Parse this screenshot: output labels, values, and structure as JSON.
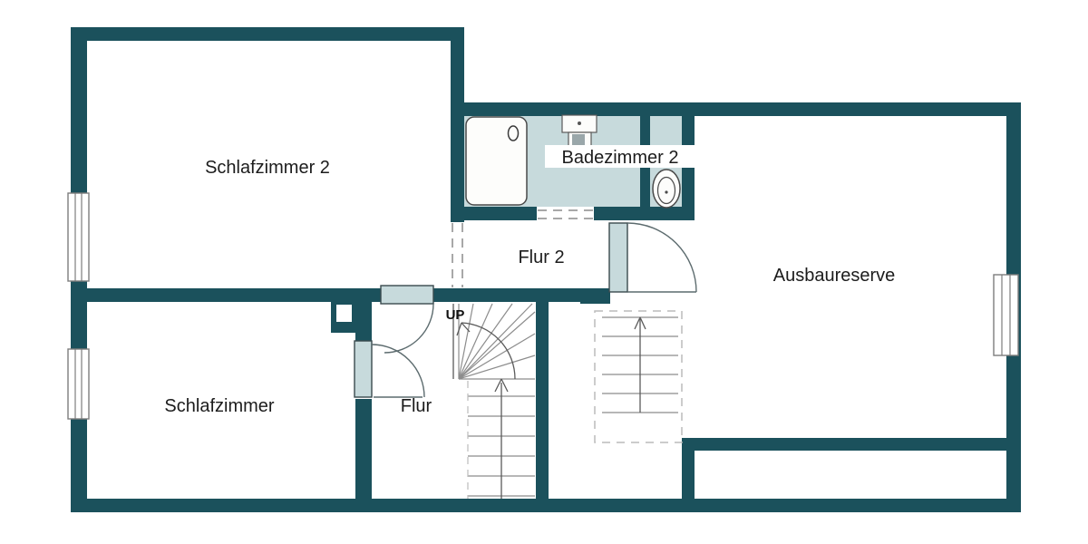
{
  "plan": {
    "rooms": [
      {
        "id": "schlafzimmer2",
        "label": "Schlafzimmer 2"
      },
      {
        "id": "badezimmer2",
        "label": "Badezimmer 2"
      },
      {
        "id": "flur2",
        "label": "Flur 2"
      },
      {
        "id": "ausbaureserve",
        "label": "Ausbaureserve"
      },
      {
        "id": "schlafzimmer",
        "label": "Schlafzimmer"
      },
      {
        "id": "flur",
        "label": "Flur"
      }
    ],
    "stairs": {
      "up_label": "UP"
    },
    "fixtures": [
      "shower",
      "sink",
      "toilet"
    ],
    "windows_count": 3,
    "doors_count": 3,
    "colors": {
      "wall": "#1b515c",
      "bathfloor": "#c7dadc",
      "tread": "#8c8c8c",
      "background": "#ffffff"
    }
  }
}
